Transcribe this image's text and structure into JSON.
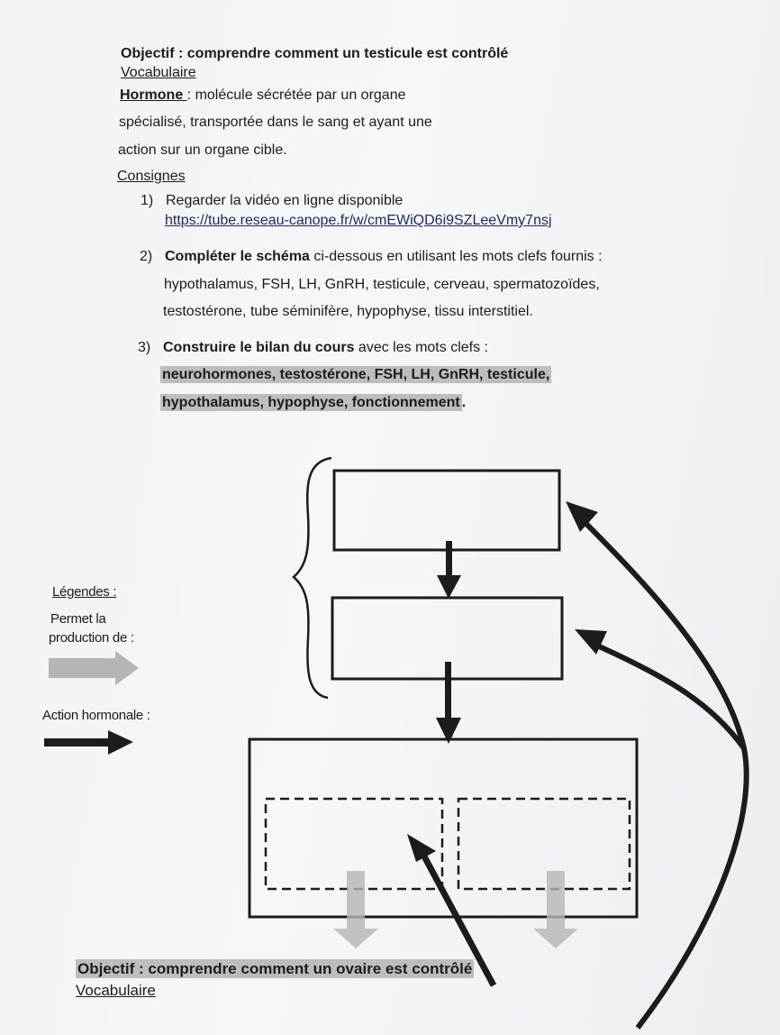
{
  "header": {
    "objective": "Objectif : comprendre comment un testicule est contrôlé",
    "vocab_title": "Vocabulaire"
  },
  "definition": {
    "term": "Hormone ",
    "sep": ": molécule sécrétée par un organe",
    "line2": "spécialisé, transportée dans le sang et ayant une",
    "line3": "action sur un organe cible."
  },
  "consignes": {
    "title": "Consignes",
    "items": [
      {
        "num": "1)",
        "text": "Regarder la vidéo en ligne disponible",
        "link": "https://tube.reseau-canope.fr/w/cmEWiQD6i9SZLeeVmy7nsj"
      },
      {
        "num": "2)",
        "bold": "Compléter le schéma",
        "rest": " ci-dessous en utilisant les mots clefs fournis :",
        "line2": "hypothalamus, FSH, LH, GnRH, testicule, cerveau, spermatozoïdes,",
        "line3": "testostérone, tube séminifère, hypophyse, tissu interstitiel."
      },
      {
        "num": "3)",
        "bold": "Construire le bilan du cours",
        "rest": " avec les mots clefs :",
        "line2": "neurohormones, testostérone, FSH, LH, GnRH, testicule,",
        "line3": "hypothalamus, hypophyse, fonctionnement",
        "line3_end": "."
      }
    ]
  },
  "legend": {
    "title": "Légendes :",
    "production_line1": "Permet la",
    "production_line2": "production de :",
    "hormonal": "Action hormonale :"
  },
  "footer": {
    "objective": "Objectif : comprendre comment un ovaire est contrôlé",
    "vocab_title": "Vocabulaire"
  },
  "colors": {
    "ink": "#1c1c1c",
    "gray_arrow": "#b5b5b5",
    "highlight": "#bdbdbd",
    "link": "#1f2a5a"
  }
}
